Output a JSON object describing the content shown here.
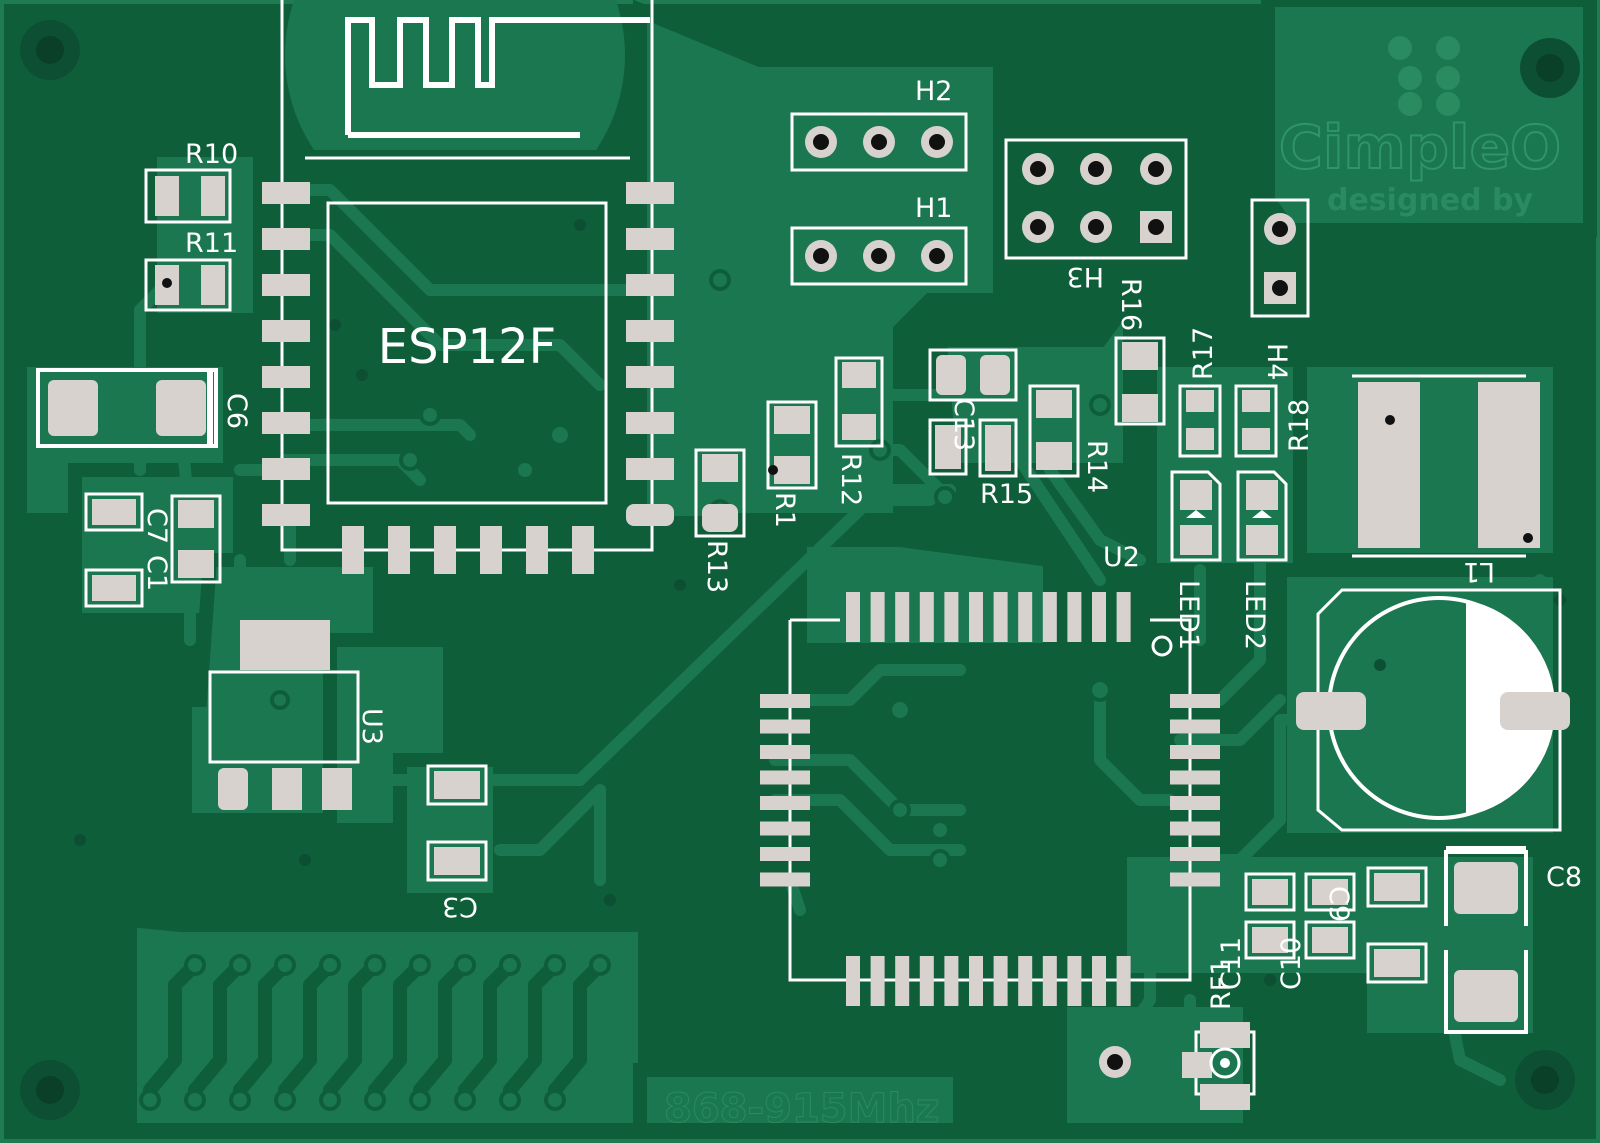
{
  "board": {
    "module_label": "ESP12F",
    "frequency_text": "868-915Mhz",
    "brand": {
      "name": "CimpleO",
      "tagline": "designed by"
    }
  },
  "refs": {
    "R1": "R1",
    "R10": "R10",
    "R11": "R11",
    "R12": "R12",
    "R13": "R13",
    "R14": "R14",
    "R15": "R15",
    "R16": "R16",
    "R17": "R17",
    "R18": "R18",
    "C1": "C1",
    "C3": "C3",
    "C6": "C6",
    "C7": "C7",
    "C8": "C8",
    "C9": "C9",
    "C10": "C10",
    "C11": "C11",
    "C13": "C13",
    "U2": "U2",
    "U3": "U3",
    "H1": "H1",
    "H2": "H2",
    "H3": "H3",
    "H4": "H4",
    "LED1": "LED1",
    "LED2": "LED2",
    "RF1": "RF1",
    "L1": "L1"
  },
  "colors": {
    "board_bg": "#0f5e3a",
    "copper_fill": "#1b7750",
    "silkscreen": "#ffffff",
    "pad": "#d8d2cf",
    "drill": "#111111"
  }
}
